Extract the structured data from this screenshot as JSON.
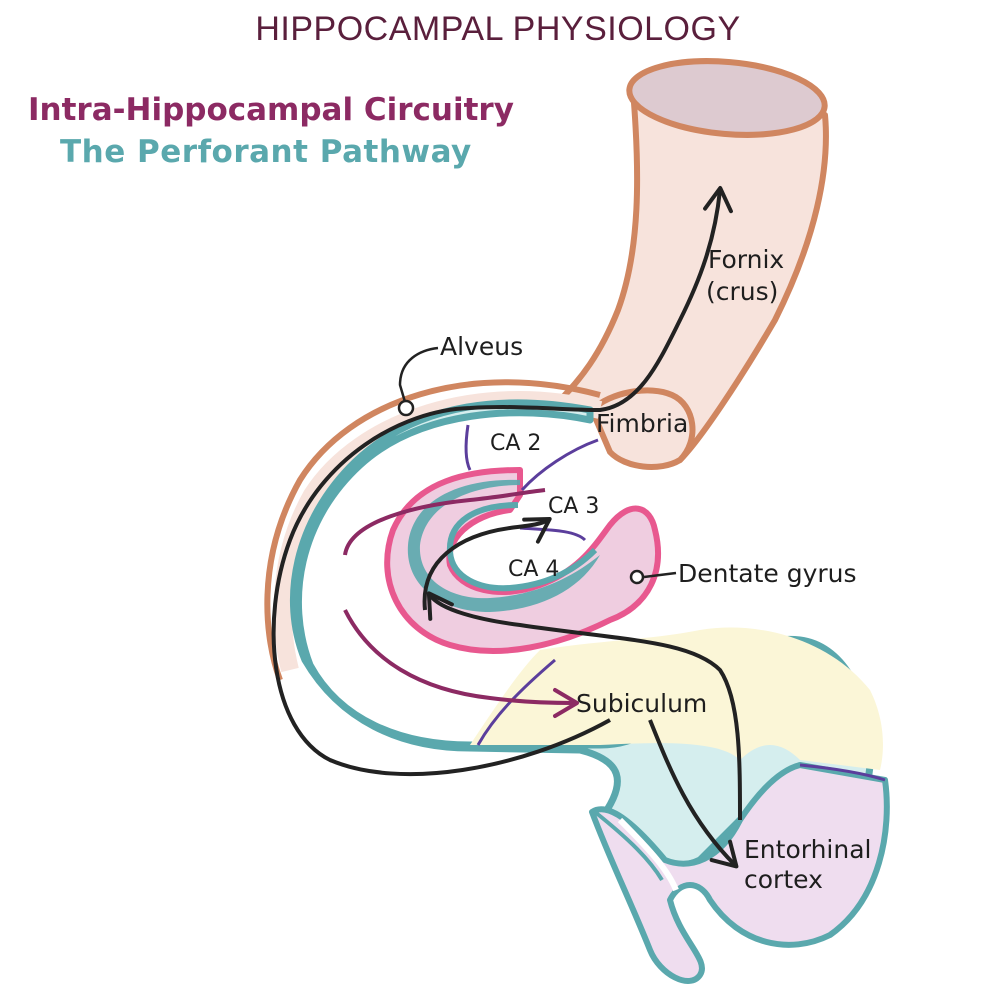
{
  "header": {
    "title": "HIPPOCAMPAL PHYSIOLOGY",
    "subtitle_circuitry": "Intra-Hippocampal Circuitry",
    "subtitle_pathway": "The Perforant Pathway"
  },
  "labels": {
    "fornix_line1": "Fornix",
    "fornix_line2": "(crus)",
    "alveus": "Alveus",
    "fimbria": "Fimbria",
    "ca2": "CA 2",
    "ca3": "CA 3",
    "ca4": "CA 4",
    "dentate_gyrus": "Dentate gyrus",
    "subiculum": "Subiculum",
    "entorhinal_line1": "Entorhinal",
    "entorhinal_line2": "cortex"
  },
  "colors": {
    "title": "#5a1f3c",
    "circuitry": "#8c2a63",
    "pathway": "#5aa8ad",
    "fornix_fill": "#f7e3dc",
    "fornix_stroke": "#d08660",
    "hippocampus_fill": "#d5eeee",
    "hippocampus_stroke": "#5aa8ad",
    "dentate_fill": "#efcde0",
    "dentate_stroke": "#e8588f",
    "subiculum_fill": "#fbf6d7",
    "entorhinal_fill": "#efddef",
    "boundary_lines": "#5b3e9c",
    "arrow_dark": "#222222",
    "arrow_purple": "#8c2a63"
  }
}
